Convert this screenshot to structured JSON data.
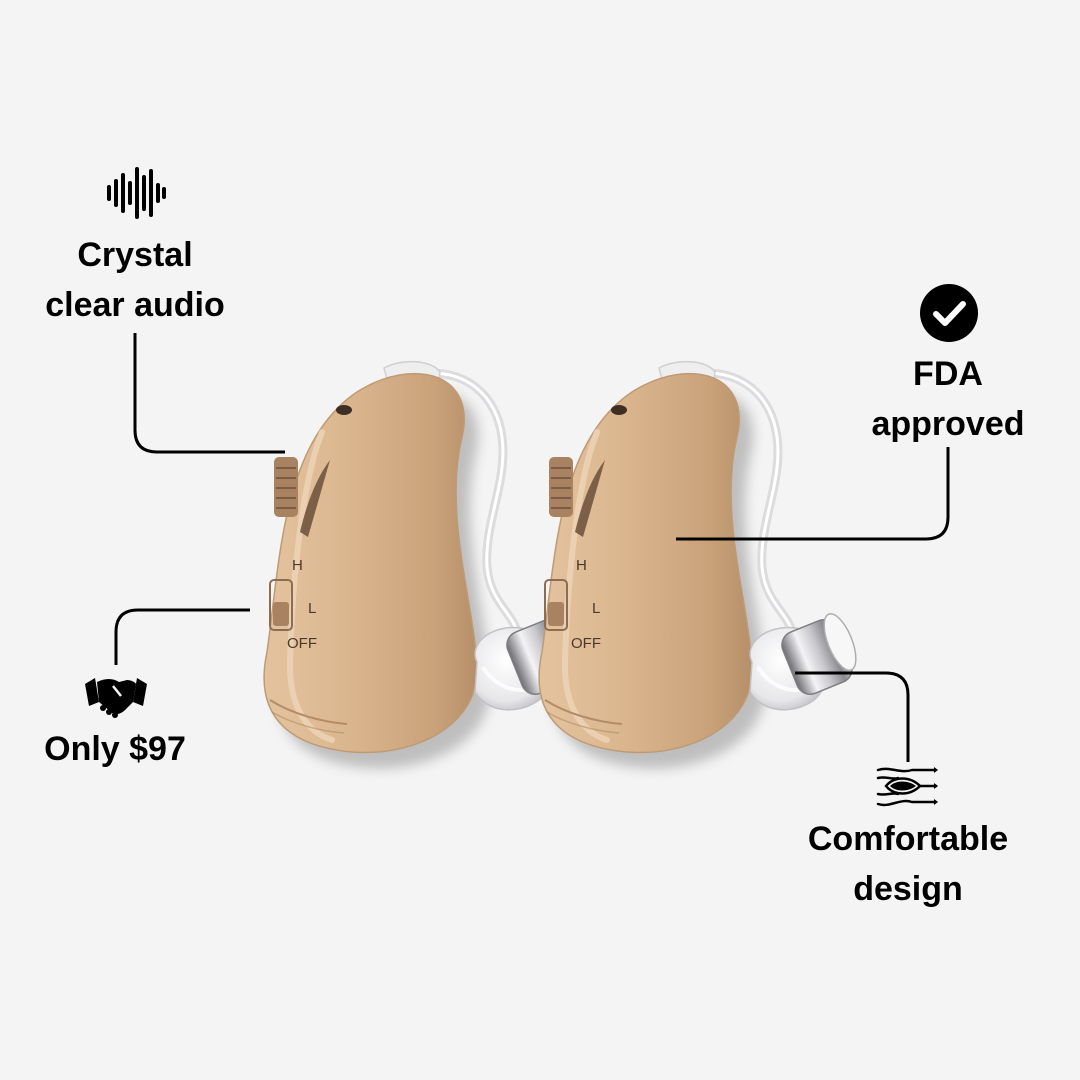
{
  "features": {
    "audio": {
      "icon": "sound-wave-icon",
      "line1": "Crystal",
      "line2": "clear audio"
    },
    "fda": {
      "icon": "check-circle-icon",
      "line1": "FDA",
      "line2": "approved"
    },
    "price": {
      "icon": "handshake-icon",
      "text": "Only $97"
    },
    "comfort": {
      "icon": "airflow-icon",
      "line1": "Comfortable",
      "line2": "design"
    }
  },
  "device_markings": {
    "high": "H",
    "low": "L",
    "off": "OFF"
  },
  "colors": {
    "background": "#f4f4f4",
    "device_body": "#d8b48d",
    "device_shadow": "#b48d66",
    "earpiece": "#f2f2f4",
    "text": "#000000"
  }
}
